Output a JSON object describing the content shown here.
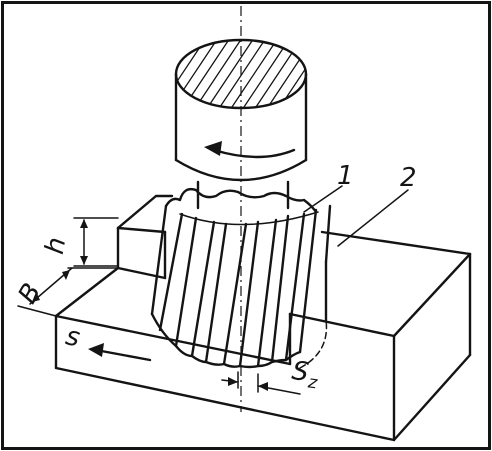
{
  "labels": {
    "cutter": "1",
    "workpiece": "2",
    "depth": "h",
    "width": "B",
    "feed": "s",
    "feed_per_tooth": "S",
    "feed_per_tooth_sub": "z"
  }
}
